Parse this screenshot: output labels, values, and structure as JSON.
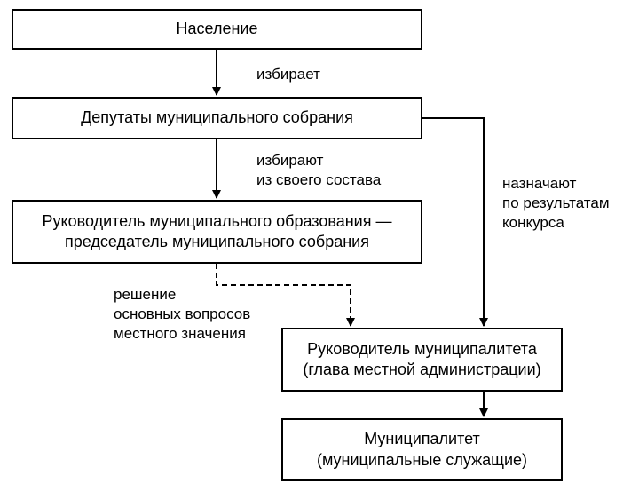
{
  "diagram": {
    "boxes": {
      "population": {
        "lines": [
          "Население"
        ]
      },
      "deputies": {
        "lines": [
          "Депутаты муниципального собрания"
        ]
      },
      "head_mo": {
        "lines": [
          "Руководитель муниципального образования —",
          "председатель муниципального собрания"
        ]
      },
      "head_municipality": {
        "lines": [
          "Руководитель муниципалитета",
          "(глава местной администрации)"
        ]
      },
      "municipality": {
        "lines": [
          "Муниципалитет",
          "(муниципальные служащие)"
        ]
      }
    },
    "edge_labels": {
      "elects": {
        "lines": [
          "избирает"
        ]
      },
      "elect_from_own": {
        "lines": [
          "избирают",
          "из своего состава"
        ]
      },
      "appoint": {
        "lines": [
          "назначают",
          "по результатам",
          "конкурса"
        ]
      },
      "decide": {
        "lines": [
          "решение",
          "основных вопросов",
          "местного значения"
        ]
      }
    },
    "edges": [
      {
        "from": "population",
        "to": "deputies",
        "style": "solid",
        "label": "elects"
      },
      {
        "from": "deputies",
        "to": "head_mo",
        "style": "solid",
        "label": "elect_from_own"
      },
      {
        "from": "deputies",
        "to": "head_municipality",
        "style": "solid",
        "label": "appoint"
      },
      {
        "from": "head_mo",
        "to": "head_municipality",
        "style": "dashed",
        "label": "decide"
      },
      {
        "from": "head_municipality",
        "to": "municipality",
        "style": "solid"
      }
    ]
  }
}
